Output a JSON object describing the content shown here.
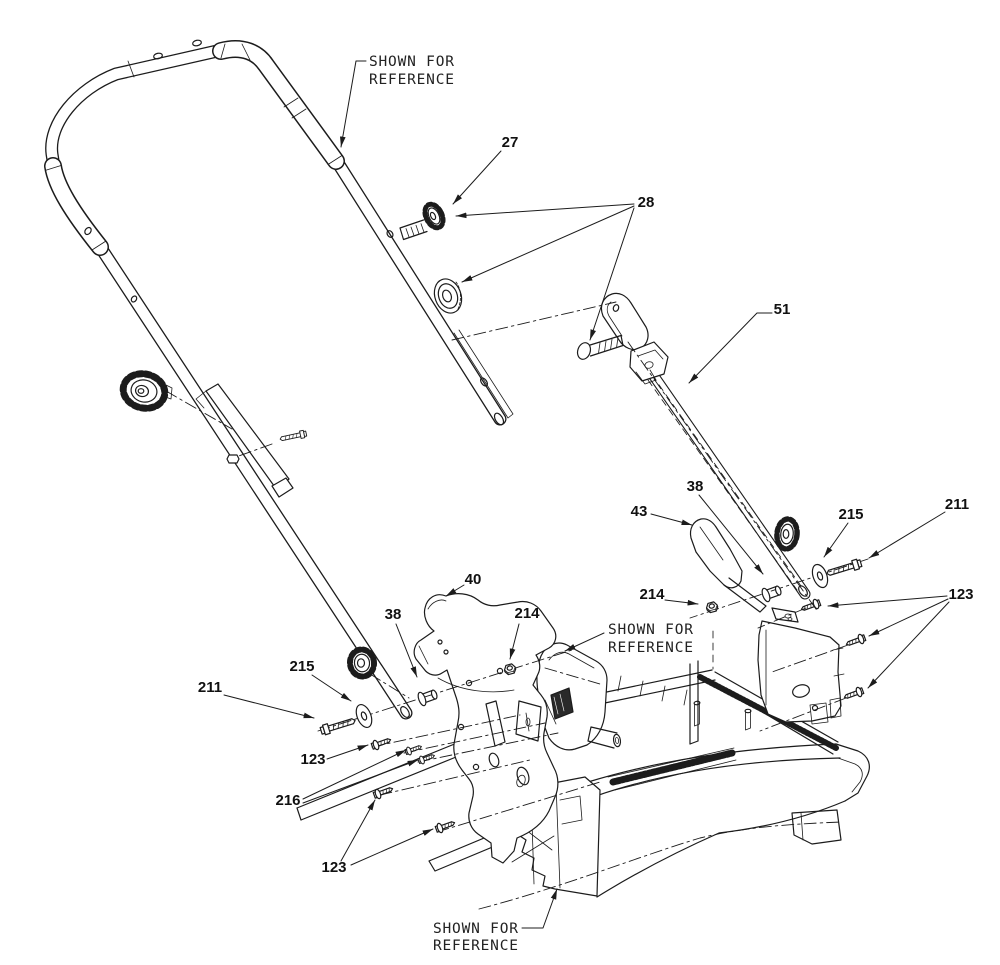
{
  "diagram": {
    "type": "exploded-parts-diagram",
    "subject": "mower handle assembly",
    "background": "#ffffff",
    "line_color": "#1c1c1c",
    "note": {
      "line1": "SHOWN FOR",
      "line2": "REFERENCE"
    },
    "callouts": {
      "c27": "27",
      "c28": "28",
      "c51": "51",
      "c40": "40",
      "c43": "43",
      "c38_left": "38",
      "c38_right": "38",
      "c211_left": "211",
      "c211_right": "211",
      "c214_left": "214",
      "c214_right": "214",
      "c215_left": "215",
      "c215_right": "215",
      "c123_left": "123",
      "c123_right": "123",
      "c123_bottom": "123",
      "c216": "216"
    }
  }
}
